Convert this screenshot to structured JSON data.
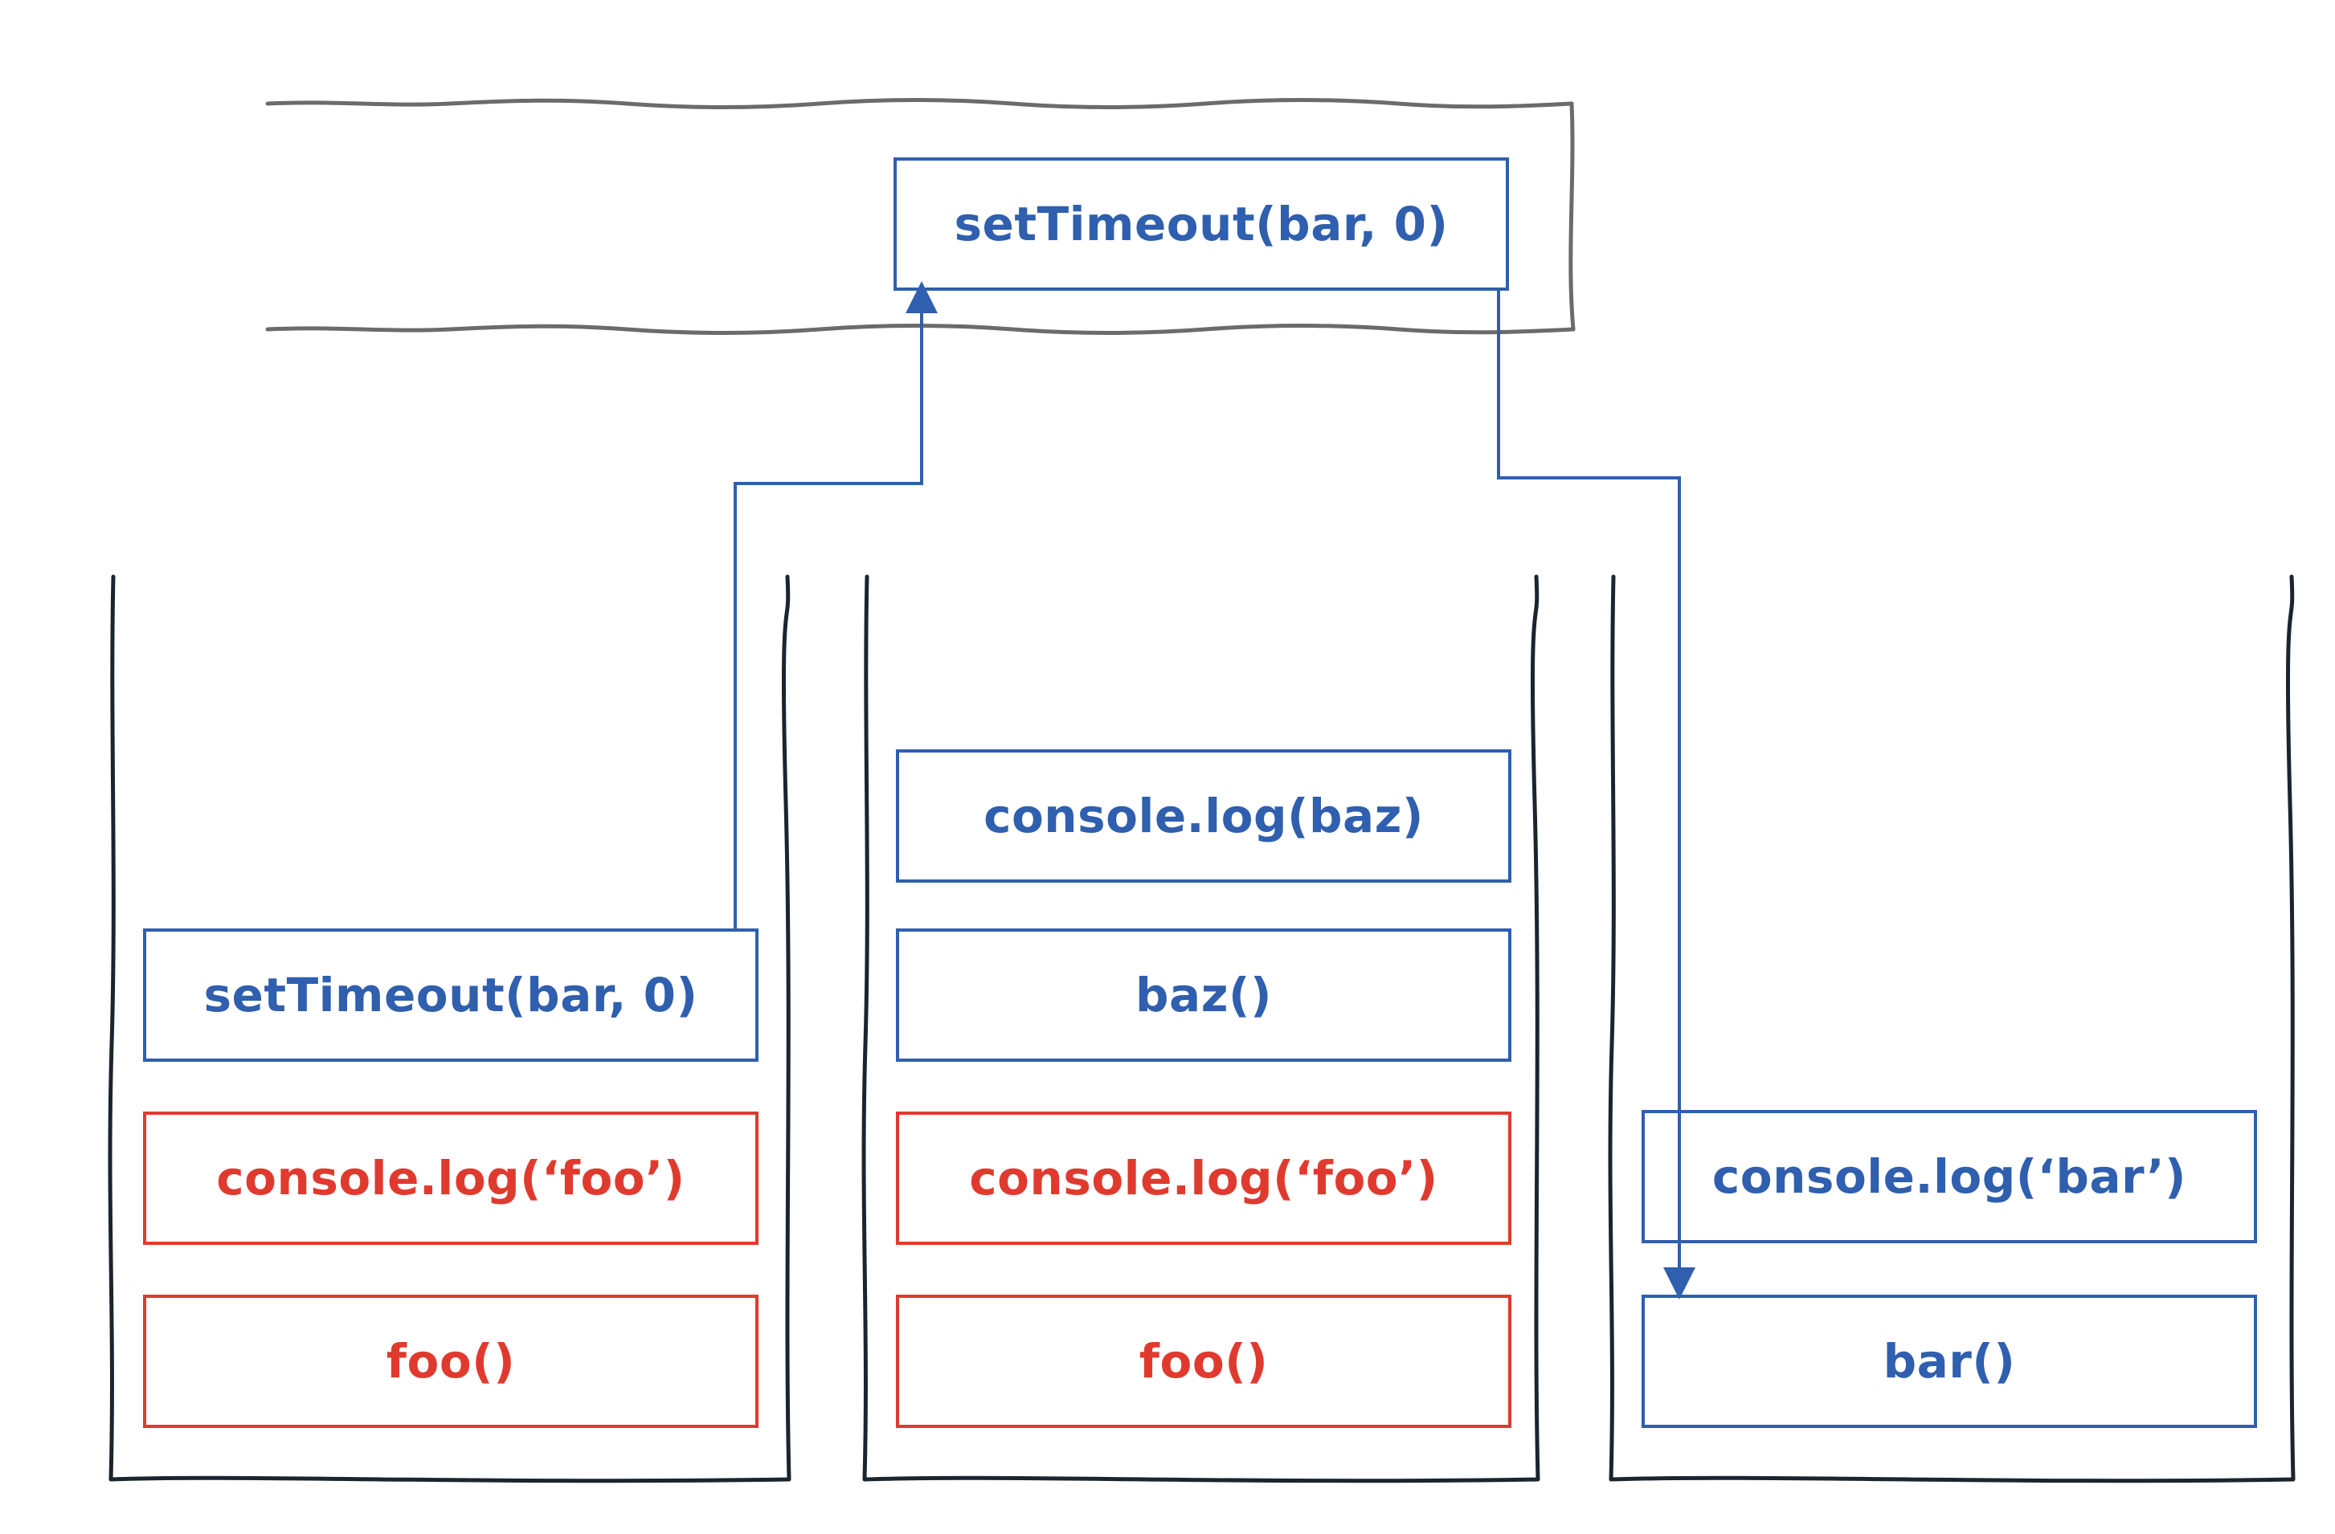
{
  "colors": {
    "blue": "#2f5fae",
    "red": "#e03a2f",
    "stack_outline": "#1a2530",
    "webapi_outline": "#6b6b6b"
  },
  "webapi": {
    "box": {
      "label": "setTimeout(bar, 0)",
      "color": "blue"
    }
  },
  "stacks": [
    {
      "frames": [
        {
          "label": "setTimeout(bar, 0)",
          "color": "blue"
        },
        {
          "label": "console.log(‘foo’)",
          "color": "red"
        },
        {
          "label": "foo()",
          "color": "red"
        }
      ]
    },
    {
      "frames": [
        {
          "label": "console.log(baz)",
          "color": "blue"
        },
        {
          "label": "baz()",
          "color": "blue"
        },
        {
          "label": "console.log(‘foo’)",
          "color": "red"
        },
        {
          "label": "foo()",
          "color": "red"
        }
      ]
    },
    {
      "frames": [
        {
          "label": "console.log(‘bar’)",
          "color": "blue"
        },
        {
          "label": "bar()",
          "color": "blue"
        }
      ]
    }
  ]
}
